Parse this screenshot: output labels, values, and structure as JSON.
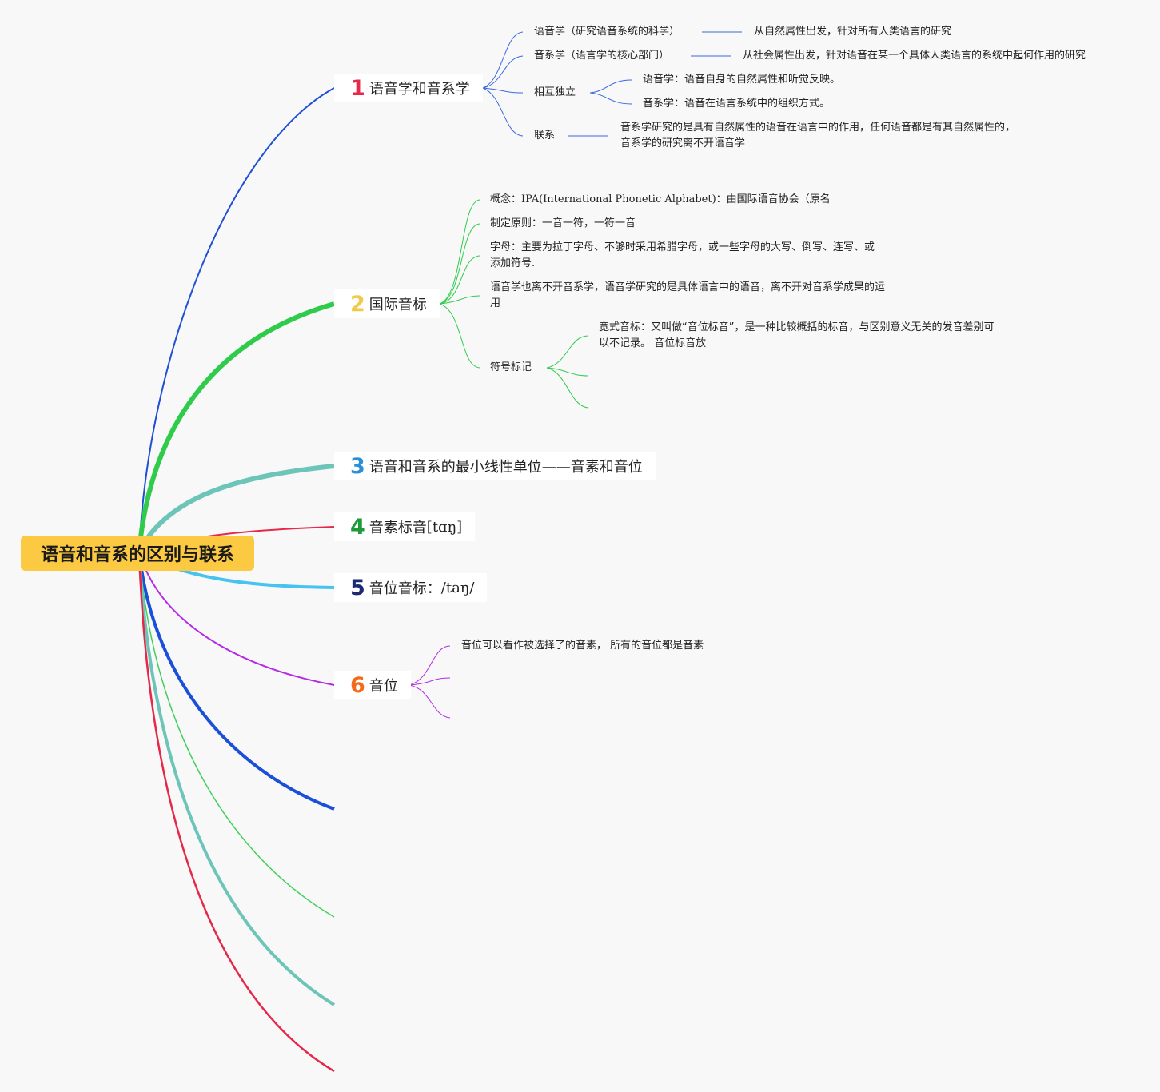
{
  "root": {
    "title": "语音和音系的区别与联系"
  },
  "colors": {
    "root_bg": "#fbc942",
    "b1": "#1f4fd6",
    "b2": "#2fcc4c",
    "b3": "#6cc5b8",
    "b4": "#e8284a",
    "b5": "#48c3ef",
    "b6": "#b42ce8",
    "b7": "#1a4fd9",
    "b8": "#3fd05a",
    "b9": "#6cc5b8",
    "b10": "#e62747"
  },
  "branches": [
    {
      "num": "1",
      "num_color": "#e8284a",
      "label": "语音学和音系学",
      "children": [
        {
          "label": "语音学（研究语音系统的科学）",
          "note": "从自然属性出发，针对所有人类语言的研究"
        },
        {
          "label": "音系学（语言学的核心部门）",
          "note": "从社会属性出发，针对语音在某一个具体人类语言的系统中起何作用的研究"
        },
        {
          "label": "相互独立",
          "items": [
            "语音学：语音自身的自然属性和听觉反映。",
            "音系学：语音在语言系统中的组织方式。"
          ]
        },
        {
          "label": "联系",
          "note": "音系学研究的是具有自然属性的语音在语言中的作用，任何语音都是有其自然属性的，音系学的研究离不开语音学"
        }
      ]
    },
    {
      "num": "2",
      "num_color": "#f3c94a",
      "label": "国际音标",
      "children": [
        {
          "prefix": "概念：",
          "latin": "IPA(International Phonetic Alphabet)",
          "suffix": "：由国际语音协会（原名"
        },
        {
          "label": "制定原则：一音一符，一符一音"
        },
        {
          "label": "字母：主要为拉丁字母、不够时采用希腊字母，或一些字母的大写、倒写、连写、或添加符号."
        },
        {
          "label": "语音学也离不开音系学，语音学研究的是具体语言中的语音，离不开对音系学成果的运用"
        },
        {
          "label": "符号标记",
          "items": [
            "宽式音标：又叫做“音位标音”，是一种比较概括的标音，与区别意义无关的发音差别可以不记录。 音位标音放"
          ]
        }
      ]
    },
    {
      "num": "3",
      "num_color": "#2a8fd9",
      "label": "语音和音系的最小线性单位——音素和音位"
    },
    {
      "num": "4",
      "num_color": "#1f9a3a",
      "label": "音素标音 ",
      "ipa": "[tɑŋ]"
    },
    {
      "num": "5",
      "num_color": "#1b2a72",
      "label": "音位音标：",
      "ipa": " /taŋ/"
    },
    {
      "num": "6",
      "num_color": "#f26a1a",
      "label": "音位",
      "children": [
        {
          "label": "音位可以看作被选择了的音素， 所有的音位都是音素"
        }
      ]
    }
  ]
}
